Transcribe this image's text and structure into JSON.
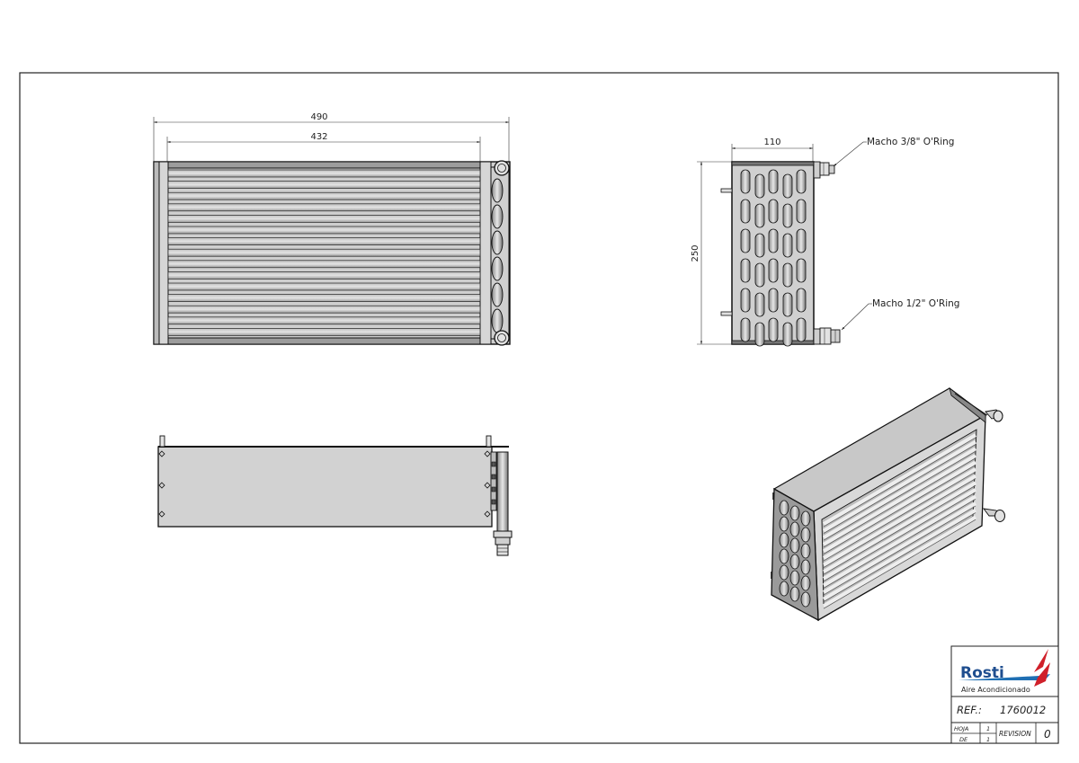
{
  "drawing": {
    "front_view": {
      "width_overall": "490",
      "width_core": "432"
    },
    "side_view": {
      "depth": "110",
      "height": "250",
      "callout_top": "Macho 3/8\" O'Ring",
      "callout_bottom": "Macho 1/2\" O'Ring"
    }
  },
  "title_block": {
    "company": "Rosti",
    "subtitle": "Aire Acondicionado",
    "ref_label": "REF.:",
    "ref_value": "1760012",
    "hoja_label": "HOJA",
    "hoja_value": "1",
    "de_label": "DE",
    "de_value": "1",
    "revision_label": "REVISION",
    "revision_value": "0"
  },
  "colors": {
    "line": "#1a1a1a",
    "fill": "#d2d2d2",
    "logo_blue": "#1f6fb3",
    "logo_red": "#d0202a"
  }
}
